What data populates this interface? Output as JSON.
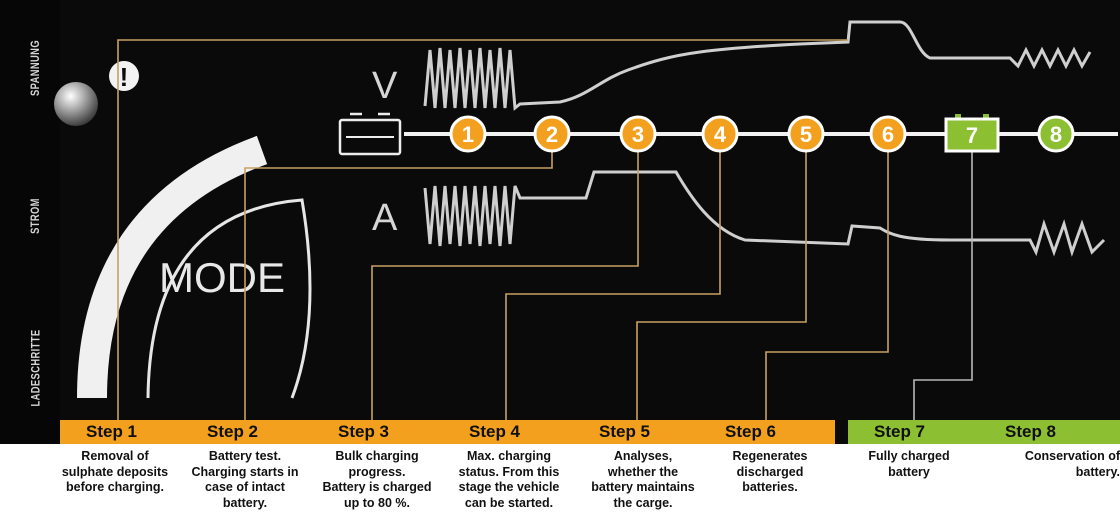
{
  "side_labels": {
    "voltage": "SPANNUNG",
    "current": "STROM",
    "steps": "LADESCHRITTE"
  },
  "graph_labels": {
    "voltage": "V",
    "current": "A"
  },
  "mode_label": "MODE",
  "warning_symbol": "!",
  "nodes": [
    "1",
    "2",
    "3",
    "4",
    "5",
    "6",
    "7",
    "8"
  ],
  "steps": [
    {
      "title": "Step 1",
      "desc": "Removal of\nsulphate deposits\nbefore charging."
    },
    {
      "title": "Step 2",
      "desc": "Battery test.\nCharging starts in\ncase of intact\nbattery."
    },
    {
      "title": "Step 3",
      "desc": "Bulk charging\nprogress.\nBattery is charged\nup to  80 %."
    },
    {
      "title": "Step 4",
      "desc": "Max. charging\nstatus. From this\nstage the vehicle\ncan be started."
    },
    {
      "title": "Step 5",
      "desc": "Analyses,\nwhether the\nbattery maintains\nthe carge."
    },
    {
      "title": "Step 6",
      "desc": "Regenerates\ndischarged\nbatteries."
    },
    {
      "title": "Step 7",
      "desc": "Fully charged\nbattery"
    },
    {
      "title": "Step 8",
      "desc": "Conservation of\nbattery."
    }
  ],
  "colors": {
    "panel": "#0a0a0a",
    "orange": "#f2a01e",
    "green": "#8cbf32",
    "orange_line": "#c8a062",
    "trace": "#d0d0d0"
  }
}
